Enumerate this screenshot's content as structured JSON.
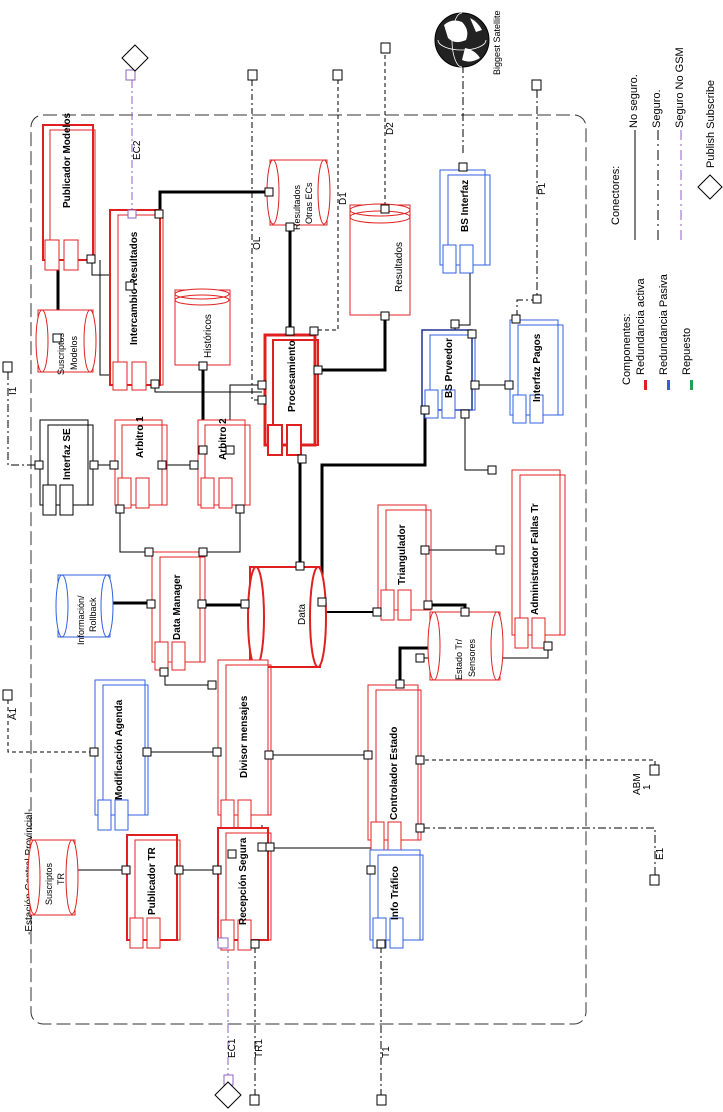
{
  "frame_label": "-Estación Central Provincial-",
  "components": {
    "publicador_modelos": "Publicador Modelos",
    "intercambio_resultados": "Intercambio Resultados",
    "suscriptos_modelos": [
      "Suscriptos",
      "Modelos"
    ],
    "historicos": "Históricos",
    "resultados_otras_ecs": [
      "Resultados",
      "Otras ECs"
    ],
    "resultados": "Resultados",
    "procesamiento": "Procesamiento",
    "bs_interfaz": "BS Interfaz",
    "bs_proveedor": "BS Prveedor",
    "interfaz_pagos": "Interfaz Pagos",
    "interfaz_se": "Interfaz SE",
    "arbitro1": "Arbitro 1",
    "arbitro2": "Arbitro 2",
    "informacion_rollback": [
      "Información/",
      "Rollback"
    ],
    "data_manager": "Data Manager",
    "data": "Data",
    "triangulador": "Triangulador",
    "administrador_fallas": "Administrador Fallas  Tr",
    "estado_sensores": [
      "Estado Tr/",
      "Sensores"
    ],
    "modificacion_agenda": "Modificación Agenda",
    "divisor_mensajes": "Divisor mensajes",
    "controlador_estado": "Controlador Estado",
    "suscriptos_tr": [
      "Suscriptos",
      "TR"
    ],
    "publicador_tr": "Publicador TR",
    "recepcion_segura": "Recepción Segura",
    "info_trafico": "Info Tráfico",
    "satellite": "Biggest Satellite"
  },
  "connector_labels": {
    "ec2": "EC2",
    "ol": "OL",
    "d1": "D1",
    "d2": "D2",
    "p1": "P1",
    "i1": "I1",
    "a1": "A1",
    "abm": [
      "ABM",
      "1"
    ],
    "e1": "E1",
    "ec1": "EC1",
    "tr1": "TR1",
    "t1": "T1"
  },
  "legend": {
    "connectors_title": "Conectores:",
    "no_seguro": "No seguro.",
    "seguro": "Seguro.",
    "seguro_no_gsm": "Seguro No GSM",
    "components_title": "Componentes:",
    "redundancia_activa": "Redundancia activa",
    "redundancia_pasiva": "Redundancia Pasiva",
    "repuesto": "Repuesto",
    "publish_subscribe": "Publish Subscribe"
  },
  "colors": {
    "active": "#e02020",
    "passive": "#3060e0",
    "spare": "#20a050",
    "gsm": "#9060c0",
    "line": "#000000"
  }
}
